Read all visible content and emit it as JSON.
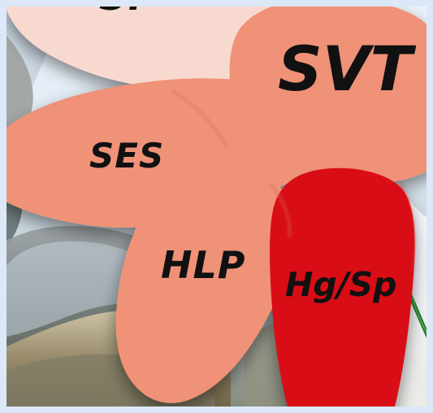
{
  "diagram": {
    "petals": [
      {
        "id": "top",
        "label": "Sr",
        "fill": "#f8d9cf"
      },
      {
        "id": "svt",
        "label": "SVT",
        "fill": "#ef9277"
      },
      {
        "id": "ses",
        "label": "SES",
        "fill": "#ef9277"
      },
      {
        "id": "hlp",
        "label": "HLP",
        "fill": "#ef9277"
      },
      {
        "id": "hgsp",
        "label": "Hg/Sp",
        "fill": "#d90b17"
      }
    ]
  }
}
